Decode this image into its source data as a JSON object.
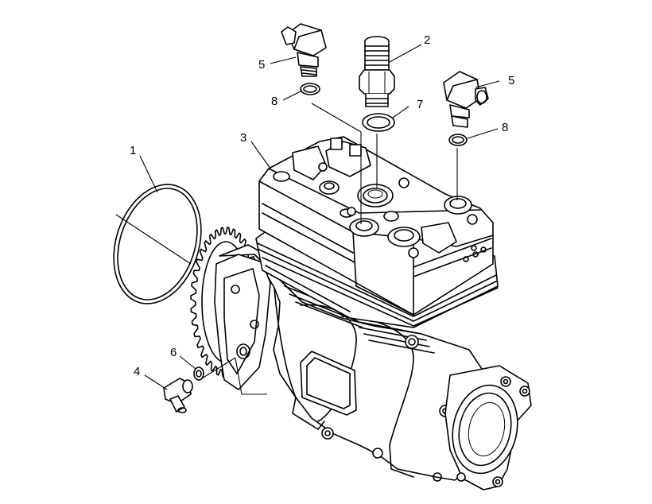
{
  "diagram": {
    "callouts": [
      {
        "id": "c1",
        "text": "1"
      },
      {
        "id": "c2",
        "text": "2"
      },
      {
        "id": "c3",
        "text": "3"
      },
      {
        "id": "c4",
        "text": "4"
      },
      {
        "id": "c5a",
        "text": "5"
      },
      {
        "id": "c5b",
        "text": "5"
      },
      {
        "id": "c6",
        "text": "6"
      },
      {
        "id": "c7",
        "text": "7"
      },
      {
        "id": "c8a",
        "text": "8"
      },
      {
        "id": "c8b",
        "text": "8"
      }
    ]
  }
}
